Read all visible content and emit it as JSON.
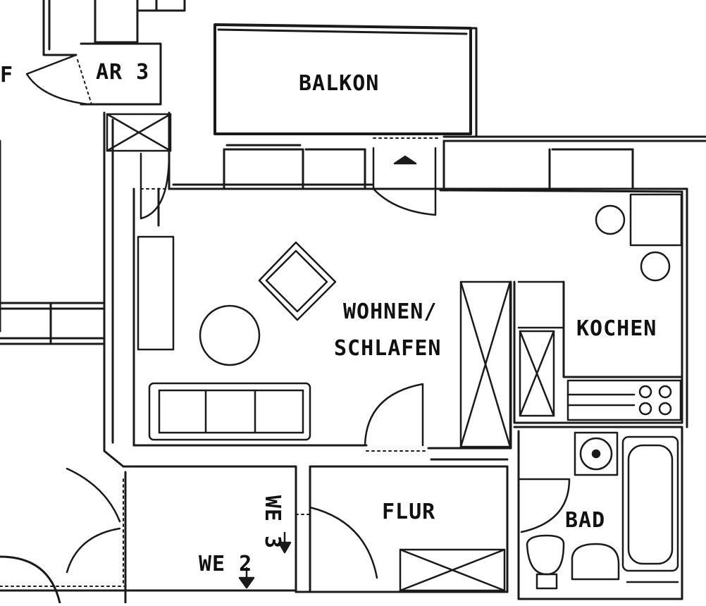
{
  "rooms": {
    "storage": "AR 3",
    "balcony": "BALKON",
    "living_line1": "WOHNEN/",
    "living_line2": "SCHLAFEN",
    "kitchen": "KOCHEN",
    "hall": "FLUR",
    "bath": "BAD",
    "edge_fragment": "F"
  },
  "unit_markers": {
    "we3": "WE 3",
    "we2": "WE 2"
  },
  "colors": {
    "line": "#1a1a1a",
    "background": "#ffffff"
  }
}
